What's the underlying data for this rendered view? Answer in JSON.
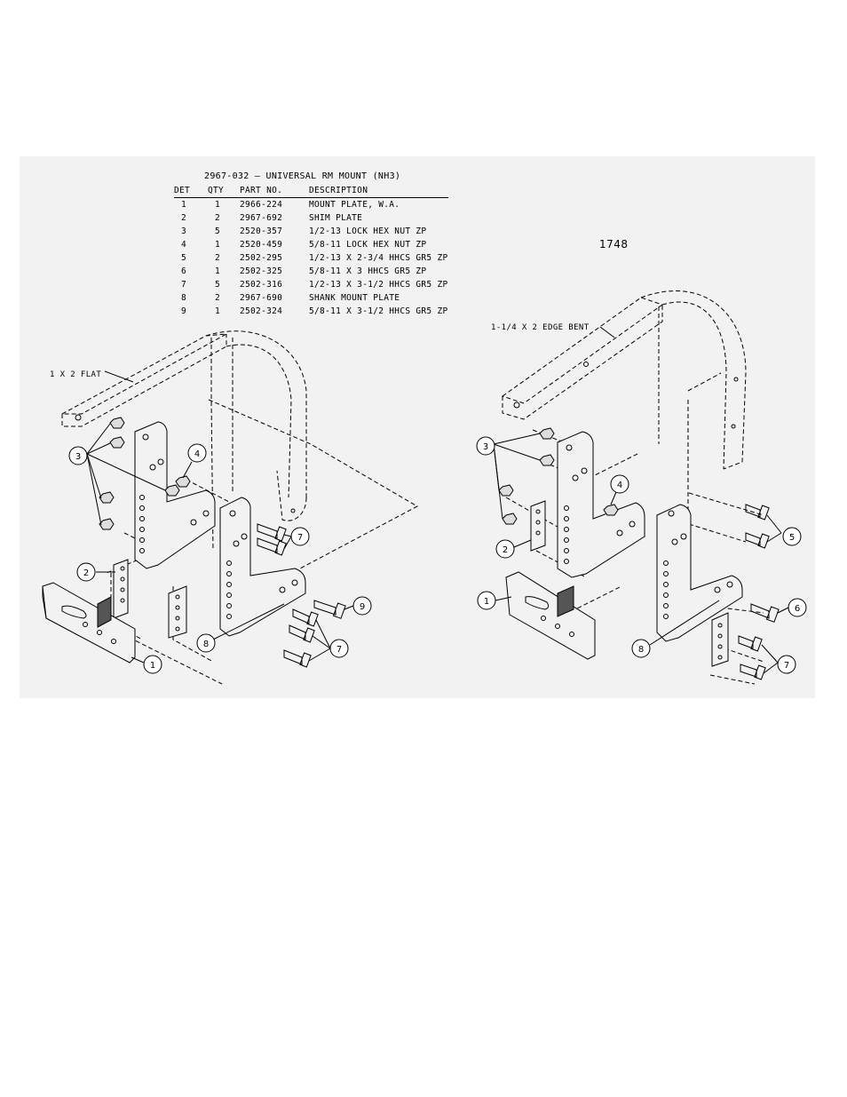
{
  "assembly_title": "2967-032 – UNIVERSAL RM MOUNT (NH3)",
  "drawing_number": "1748",
  "table": {
    "headers": [
      "DET",
      "QTY",
      "PART NO.",
      "DESCRIPTION"
    ],
    "rows": [
      {
        "det": "1",
        "qty": "1",
        "part": "2966-224",
        "desc": "MOUNT PLATE, W.A."
      },
      {
        "det": "2",
        "qty": "2",
        "part": "2967-692",
        "desc": "SHIM PLATE"
      },
      {
        "det": "3",
        "qty": "5",
        "part": "2520-357",
        "desc": "1/2-13 LOCK HEX NUT ZP"
      },
      {
        "det": "4",
        "qty": "1",
        "part": "2520-459",
        "desc": "5/8-11 LOCK HEX NUT ZP"
      },
      {
        "det": "5",
        "qty": "2",
        "part": "2502-295",
        "desc": "1/2-13 X 2-3/4 HHCS GR5 ZP"
      },
      {
        "det": "6",
        "qty": "1",
        "part": "2502-325",
        "desc": "5/8-11 X 3  HHCS GR5 ZP"
      },
      {
        "det": "7",
        "qty": "5",
        "part": "2502-316",
        "desc": "1/2-13 X 3-1/2 HHCS GR5 ZP"
      },
      {
        "det": "8",
        "qty": "2",
        "part": "2967-690",
        "desc": "SHANK MOUNT PLATE"
      },
      {
        "det": "9",
        "qty": "1",
        "part": "2502-324",
        "desc": "5/8-11 X 3-1/2  HHCS GR5 ZP"
      }
    ]
  },
  "notes": {
    "left_bar": "1 X 2 FLAT",
    "right_bar": "1-1/4 X 2 EDGE BENT"
  },
  "balloons": {
    "left": [
      "3",
      "4",
      "2",
      "7",
      "9",
      "8",
      "7",
      "1"
    ],
    "right": [
      "3",
      "4",
      "2",
      "5",
      "1",
      "6",
      "8",
      "7"
    ]
  }
}
